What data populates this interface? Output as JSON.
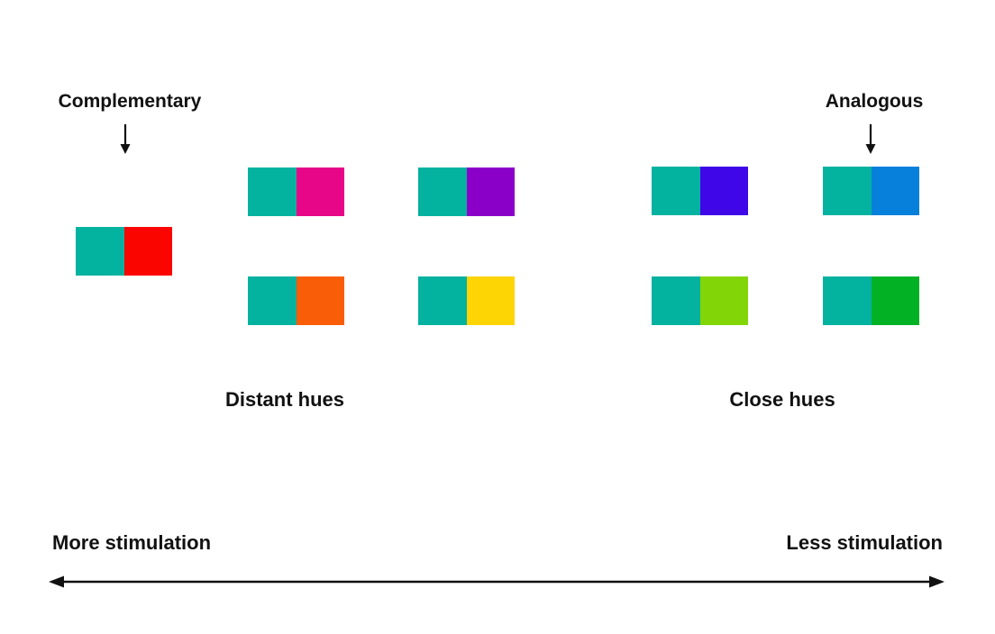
{
  "labels": {
    "complementary": "Complementary",
    "analogous": "Analogous",
    "distant_hues": "Distant hues",
    "close_hues": "Close hues",
    "more_stimulation": "More stimulation",
    "less_stimulation": "Less stimulation"
  },
  "text_color": "#111111",
  "base_color": {
    "name": "teal",
    "hex": "#04B2A0"
  },
  "swatch_pairs": [
    {
      "id": "complementary-pair",
      "group": "complementary",
      "row": "single",
      "left": {
        "name": "teal",
        "hex": "#04B2A0"
      },
      "right": {
        "name": "red",
        "hex": "#FA0500"
      }
    },
    {
      "id": "distant-top-1",
      "group": "distant-hues",
      "row": "top",
      "left": {
        "name": "teal",
        "hex": "#04B2A0"
      },
      "right": {
        "name": "magenta",
        "hex": "#E60687"
      }
    },
    {
      "id": "distant-top-2",
      "group": "distant-hues",
      "row": "top",
      "left": {
        "name": "teal",
        "hex": "#04B2A0"
      },
      "right": {
        "name": "purple",
        "hex": "#8B00C9"
      }
    },
    {
      "id": "close-top-1",
      "group": "close-hues",
      "row": "top",
      "left": {
        "name": "teal",
        "hex": "#04B2A0"
      },
      "right": {
        "name": "blue-violet",
        "hex": "#3F06E8"
      }
    },
    {
      "id": "close-top-2",
      "group": "close-hues",
      "row": "top",
      "left": {
        "name": "teal",
        "hex": "#04B2A0"
      },
      "right": {
        "name": "blue",
        "hex": "#0780DC"
      }
    },
    {
      "id": "distant-bottom-1",
      "group": "distant-hues",
      "row": "bottom",
      "left": {
        "name": "teal",
        "hex": "#04B2A0"
      },
      "right": {
        "name": "orange",
        "hex": "#FA5D07"
      }
    },
    {
      "id": "distant-bottom-2",
      "group": "distant-hues",
      "row": "bottom",
      "left": {
        "name": "teal",
        "hex": "#04B2A0"
      },
      "right": {
        "name": "yellow",
        "hex": "#FDD404"
      }
    },
    {
      "id": "close-bottom-1",
      "group": "close-hues",
      "row": "bottom",
      "left": {
        "name": "teal",
        "hex": "#04B2A0"
      },
      "right": {
        "name": "yellow-green",
        "hex": "#82D607"
      }
    },
    {
      "id": "close-bottom-2",
      "group": "close-hues",
      "row": "bottom",
      "left": {
        "name": "teal",
        "hex": "#04B2A0"
      },
      "right": {
        "name": "green",
        "hex": "#03B124"
      }
    }
  ]
}
